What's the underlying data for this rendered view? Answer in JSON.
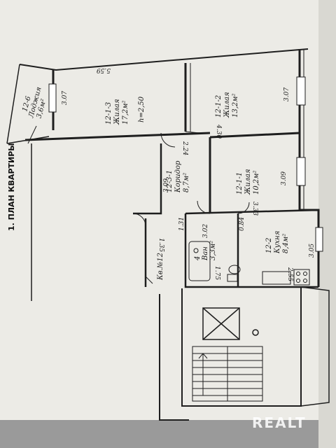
{
  "header": {
    "title": "1.  ПЛАН КВАРТИРЫ"
  },
  "apartment_label": "Кв.№12",
  "ceiling_height": "h=2,50",
  "rooms": [
    {
      "id": "loggia",
      "code": "12-6",
      "name": "Лоджия",
      "area": "3,6м²"
    },
    {
      "id": "living3",
      "code": "12-1-3",
      "name": "Жилая",
      "area": "17,2м²"
    },
    {
      "id": "living2",
      "code": "12-1-2",
      "name": "Жилая",
      "area": "13,2м²"
    },
    {
      "id": "corridor",
      "code": "12-3-1",
      "name": "Коридор",
      "area": "8,7м²"
    },
    {
      "id": "living1",
      "code": "12-1-1",
      "name": "Жилая",
      "area": "10,2м²"
    },
    {
      "id": "bath",
      "code": "4",
      "name": "Ван",
      "area": "3,3м²"
    },
    {
      "id": "kitchen",
      "code": "12-2",
      "name": "Кухня",
      "area": "8,4м²"
    }
  ],
  "dimensions": {
    "d559": "5.59",
    "d307a": "3.07",
    "d307b": "3.07",
    "d430": "4.30",
    "d224": "2.24",
    "d309a": "3.09",
    "d309b": "3.09",
    "d333": "3.33",
    "d302": "3.02",
    "d131": "1.31",
    "d084": "0.84",
    "d135": "1.35",
    "d175": "1.75",
    "d255": "2.55",
    "d305": "3.05"
  },
  "watermark": "REALT",
  "colors": {
    "paper": "#ecebe6",
    "ink": "#1e1e1e",
    "shadow": "#8a8a8a"
  }
}
